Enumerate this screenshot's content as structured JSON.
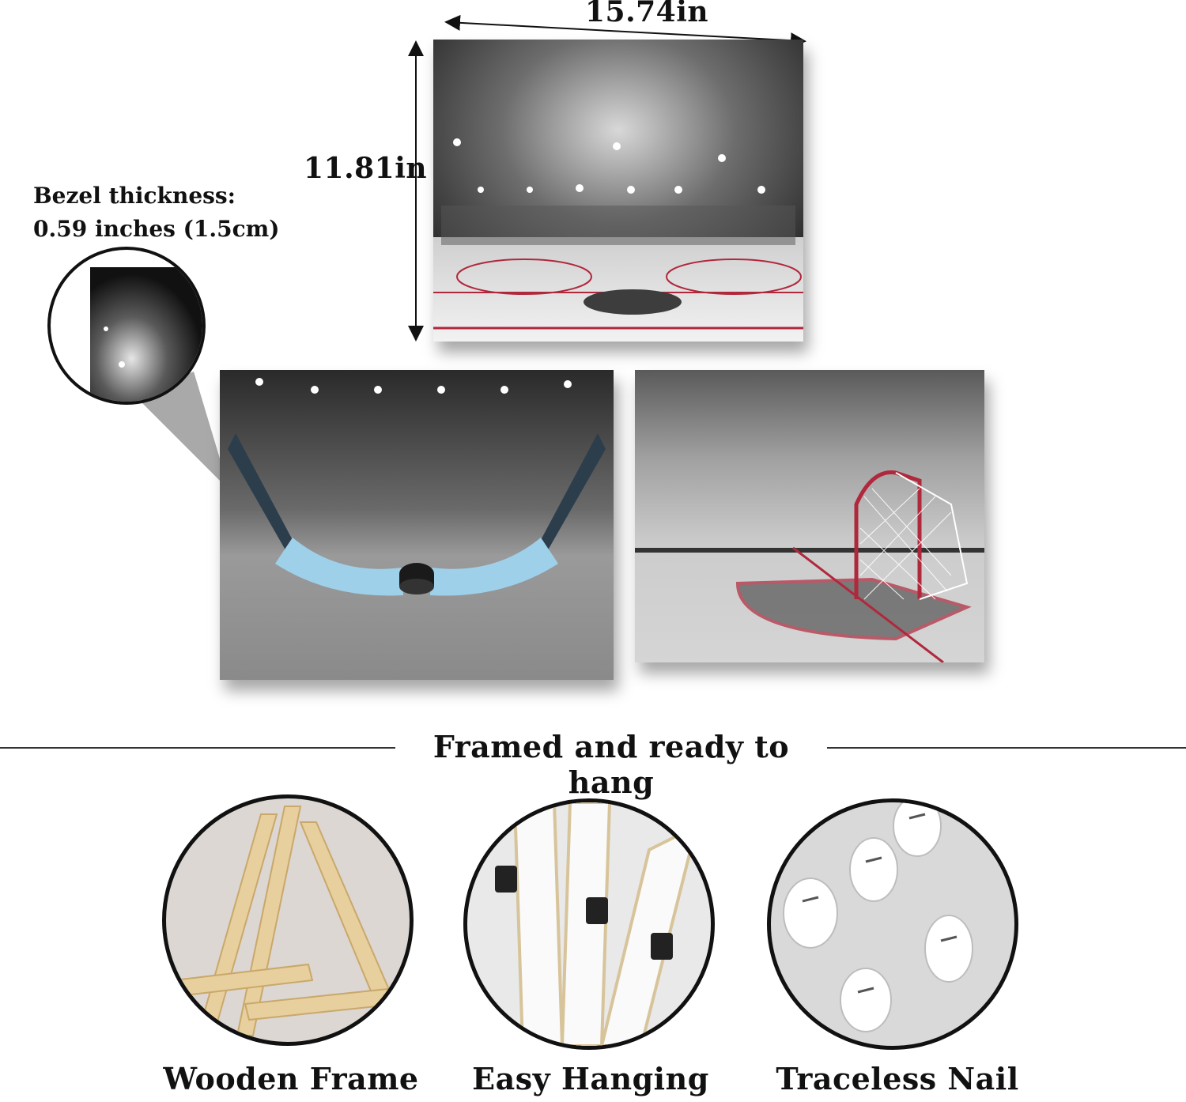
{
  "dimensions": {
    "width_label": "15.74in",
    "height_label": "11.81in"
  },
  "bezel": {
    "line1": "Bezel thickness:",
    "line2": "0.59 inches (1.5cm)"
  },
  "section": {
    "title": "Framed and ready to hang"
  },
  "features": [
    {
      "label": "Wooden Frame",
      "icon": "wooden-frame-photo"
    },
    {
      "label": "Easy Hanging",
      "icon": "sawtooth-hanger-photo"
    },
    {
      "label": "Traceless Nail",
      "icon": "plastic-hook-photo"
    }
  ],
  "colors": {
    "rink_red": "#b0283c",
    "stick_blue": "#9fd0ea",
    "wood": "#e8cf9e"
  }
}
